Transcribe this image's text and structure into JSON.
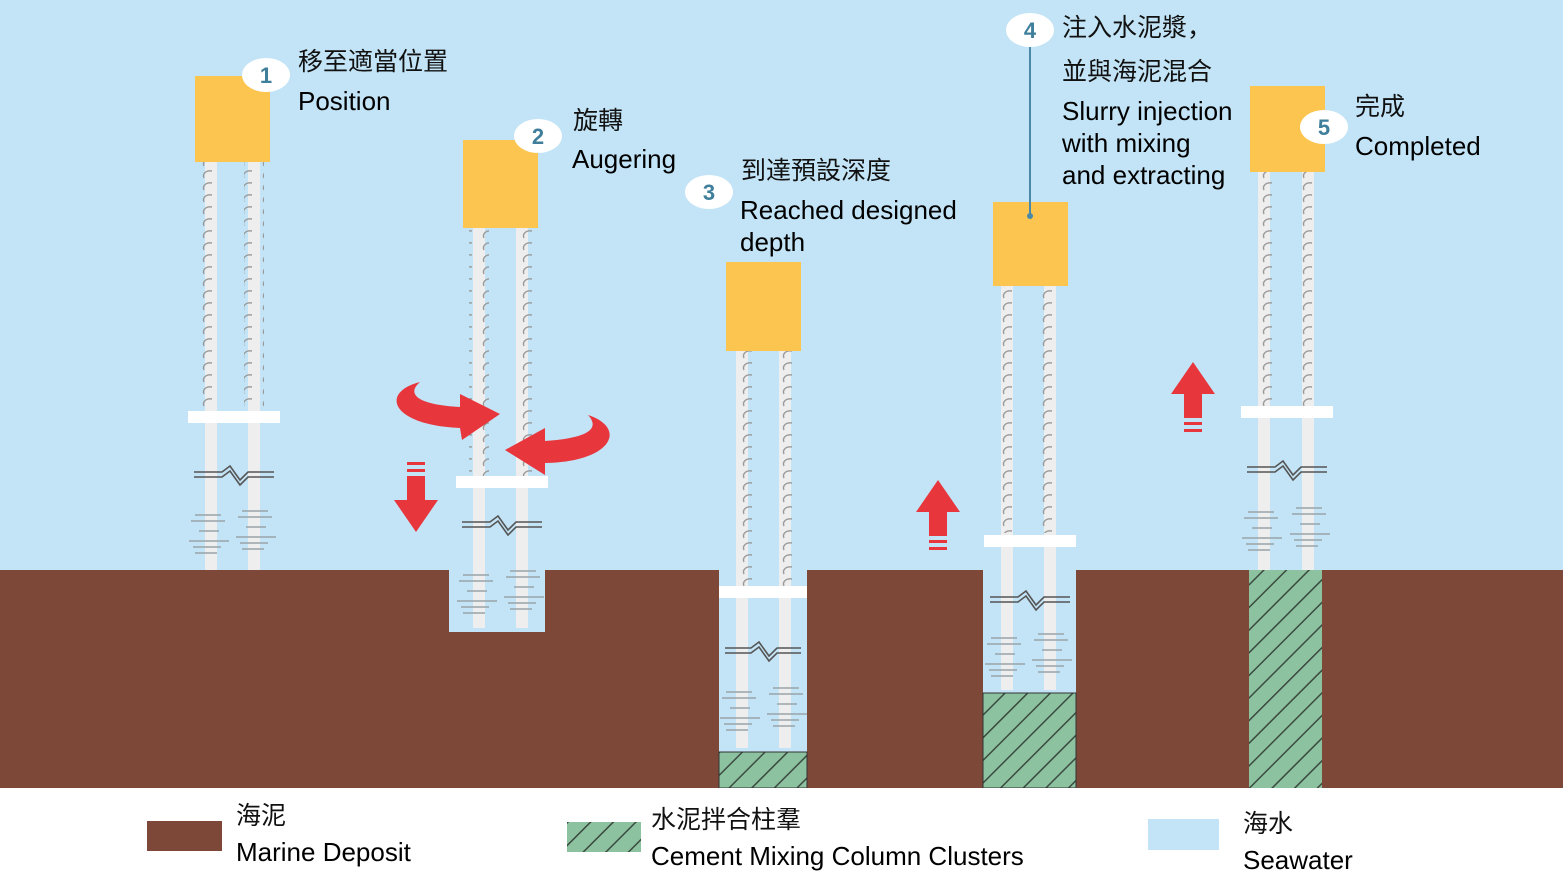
{
  "title": "Deep Cement Mixing process",
  "colors": {
    "seawater": "#c3e4f6",
    "marine_deposit": "#7d4838",
    "cement_column": "#8cc2a0",
    "hatch": "#3b4a3f",
    "machine": "#fcc54f",
    "arrow": "#e8363d",
    "badge_text": "#3f7f9b",
    "shaft": "#eeeeee"
  },
  "steps": [
    {
      "number": "1",
      "label_zh": "移至適當位置",
      "label_en": [
        "Position"
      ]
    },
    {
      "number": "2",
      "label_zh": "旋轉",
      "label_en": [
        "Augering"
      ]
    },
    {
      "number": "3",
      "label_zh": "到達預設深度",
      "label_en": [
        "Reached designed",
        "depth"
      ]
    },
    {
      "number": "4",
      "label_zh": [
        "注入水泥漿，",
        "並與海泥混合"
      ],
      "label_en": [
        "Slurry injection",
        "with mixing",
        "and extracting"
      ]
    },
    {
      "number": "5",
      "label_zh": "完成",
      "label_en": [
        "Completed"
      ]
    }
  ],
  "legend": [
    {
      "key": "marine-deposit",
      "label_zh": "海泥",
      "label_en": "Marine Deposit"
    },
    {
      "key": "cement-column",
      "label_zh": "水泥拌合柱羣",
      "label_en": "Cement Mixing Column Clusters"
    },
    {
      "key": "seawater",
      "label_zh": "海水",
      "label_en": "Seawater"
    }
  ],
  "icons": {
    "rotate": "curved-rotation-arrows",
    "down": "downward-arrow",
    "up": "upward-arrow"
  }
}
